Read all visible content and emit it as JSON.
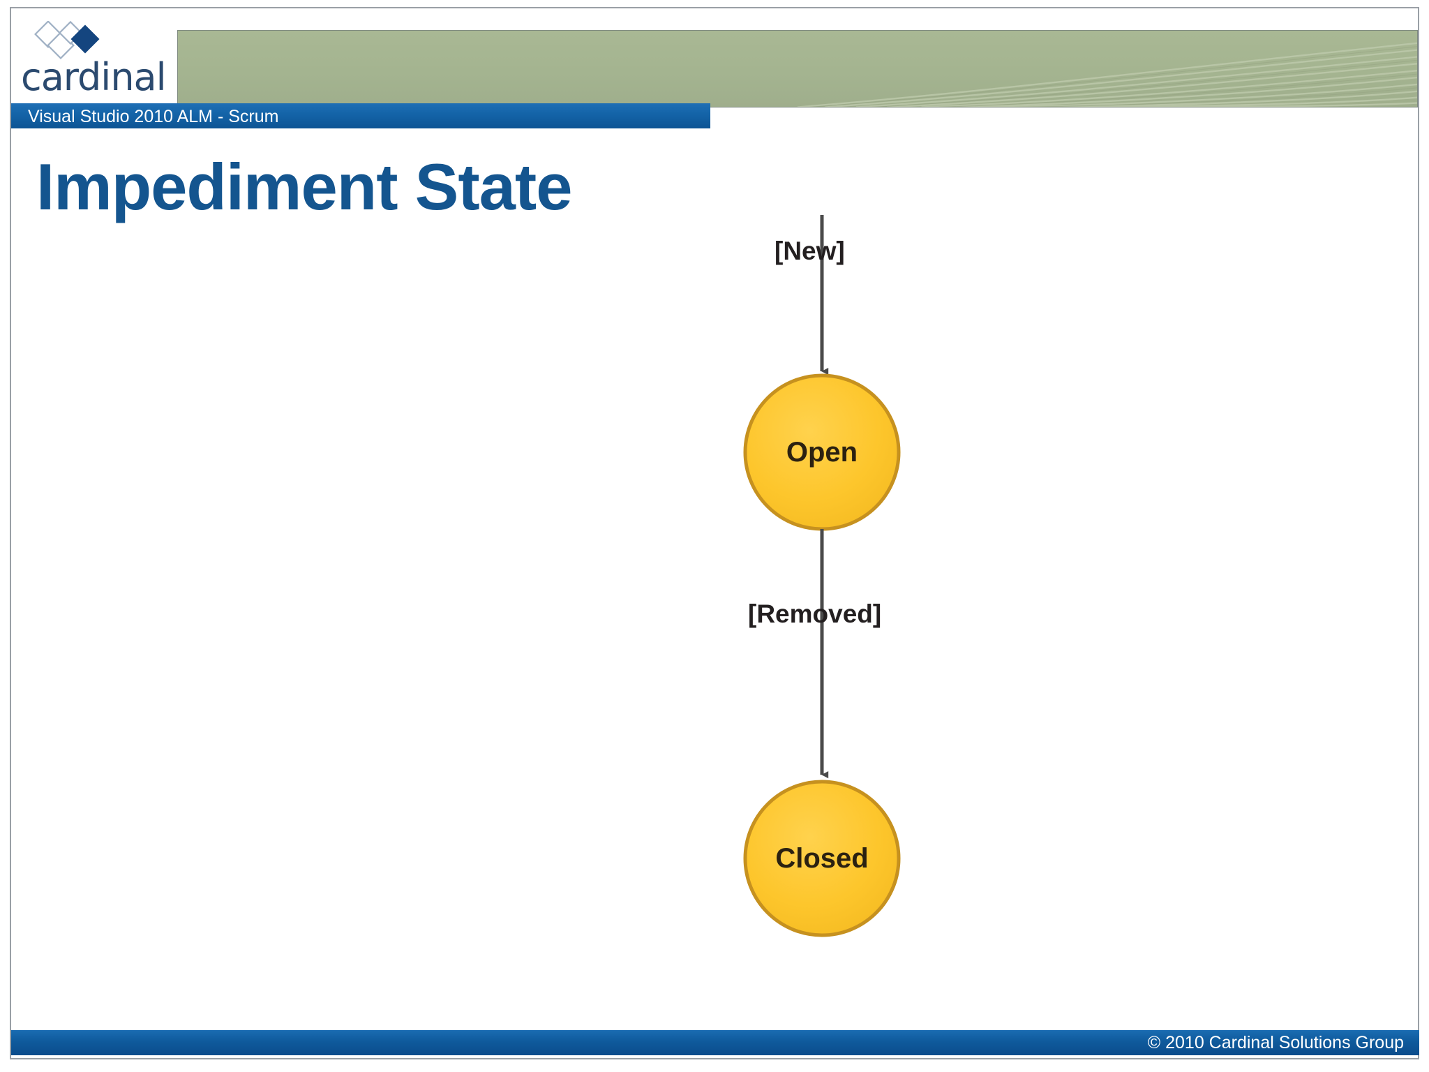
{
  "slide": {
    "brand": {
      "logo_word": "cardinal",
      "logo_icon": "diamond-cluster-logo"
    },
    "subtitle_bar": {
      "text": "Visual Studio 2010 ALM - Scrum"
    },
    "title": "Impediment State",
    "footer": {
      "copyright": "© 2010 Cardinal Solutions Group"
    },
    "colors": {
      "brand_blue": "#14558f",
      "bar_blue": "#0f5a9c",
      "header_green": "#a6b590",
      "node_fill": "#fdc82f",
      "node_stroke": "#c6911f",
      "arrow": "#4a4a4a"
    }
  },
  "chart_data": {
    "type": "diagram",
    "title": "Impediment State",
    "nodes": [
      {
        "id": "open",
        "label": "Open",
        "shape": "circle",
        "fill": "#fdc82f",
        "stroke": "#c6911f"
      },
      {
        "id": "closed",
        "label": "Closed",
        "shape": "circle",
        "fill": "#fdc82f",
        "stroke": "#c6911f"
      }
    ],
    "edges": [
      {
        "from": "start",
        "to": "open",
        "label": "[New]"
      },
      {
        "from": "open",
        "to": "closed",
        "label": "[Removed]"
      }
    ]
  }
}
